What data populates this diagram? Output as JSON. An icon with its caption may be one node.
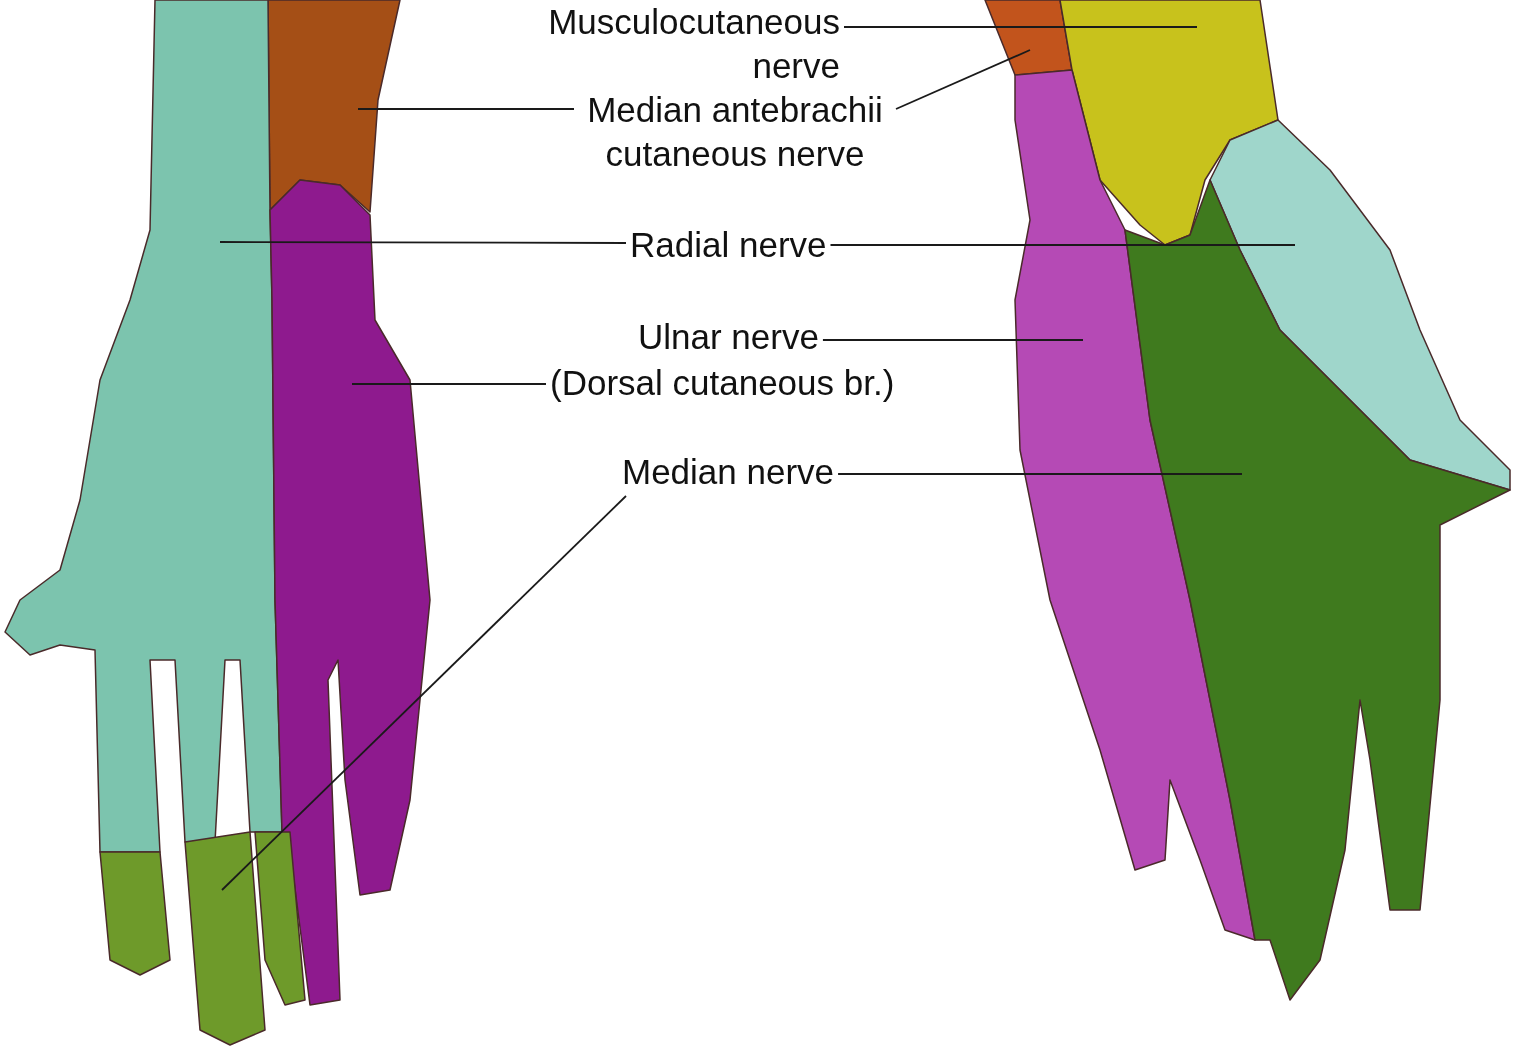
{
  "diagram": {
    "nodes": [
      {
        "text": [
          "Musculocutaneous nerve"
        ]
      },
      {
        "text": [
          "Median antebrachii cutaneous nerve"
        ]
      },
      {
        "text": [
          "Radial nerve"
        ]
      },
      {
        "text": [
          "Ulnar nerve"
        ]
      },
      {
        "text": [
          "(Dorsal cutaneous br.)"
        ]
      },
      {
        "text": [
          "Median nerve"
        ]
      },
      {
        "text": [],
        "shape": "picture"
      },
      {
        "text": [],
        "shape": "picture"
      },
      {
        "text": [],
        "shape": "picture"
      },
      {
        "text": [],
        "shape": "picture"
      },
      {
        "text": [],
        "shape": "picture"
      },
      {
        "text": [],
        "shape": "picture"
      },
      {
        "text": [],
        "shape": "picture"
      },
      {
        "text": [],
        "shape": "picture"
      },
      {
        "text": [],
        "shape": "picture"
      }
    ],
    "edges": [
      {
        "from": 0,
        "to": 11,
        "arrow": "none"
      },
      {
        "from": 1,
        "to": 6,
        "arrow": "none"
      },
      {
        "from": 1,
        "to": 10,
        "arrow": "none"
      },
      {
        "from": 2,
        "to": 7,
        "arrow": "none"
      },
      {
        "from": 2,
        "to": 12,
        "arrow": "none"
      },
      {
        "from": 3,
        "to": 13,
        "arrow": "none"
      },
      {
        "from": 4,
        "to": 8,
        "arrow": "none"
      },
      {
        "from": 5,
        "to": 9,
        "arrow": "none"
      },
      {
        "from": 5,
        "to": 14,
        "arrow": "none"
      }
    ]
  }
}
